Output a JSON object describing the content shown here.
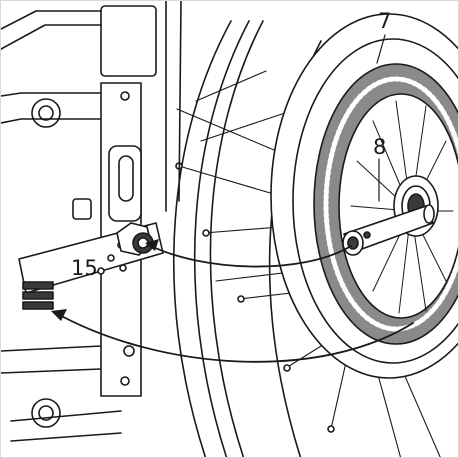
{
  "diagram": {
    "callouts": [
      {
        "id": "7",
        "label": "7"
      },
      {
        "id": "8",
        "label": "8"
      },
      {
        "id": "15",
        "label": "15"
      }
    ]
  },
  "colors": {
    "line": "#1a1a1a",
    "background": "#ffffff",
    "gear_fill": "#8a8a8a",
    "dark_fill": "#3a3a3a"
  }
}
